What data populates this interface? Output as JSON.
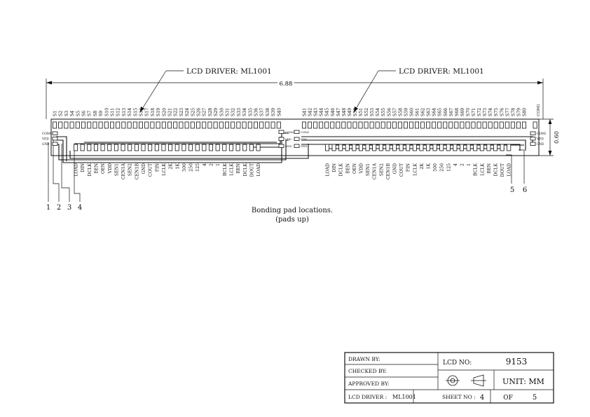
{
  "callouts": {
    "left": "LCD DRIVER: ML1001",
    "right": "LCD DRIVER: ML1001"
  },
  "dimensions": {
    "width": "6.88",
    "height": "0.60"
  },
  "caption": {
    "line1": "Bonding pad locations.",
    "line2": "(pads up)"
  },
  "seg_left": [
    "S1",
    "S2",
    "S3",
    "S4",
    "S5",
    "S6",
    "S7",
    "S8",
    "S9",
    "S10",
    "S11",
    "S12",
    "S13",
    "S14",
    "S15",
    "S16",
    "S17",
    "S18",
    "S19",
    "S20",
    "S21",
    "S22",
    "S23",
    "S24",
    "S25",
    "S26",
    "S27",
    "S28",
    "S29",
    "S30",
    "S31",
    "S32",
    "S33",
    "S34",
    "S35",
    "S36",
    "S37",
    "S38",
    "S39",
    "S40"
  ],
  "seg_right": [
    "S41",
    "S42",
    "S43",
    "S44",
    "S45",
    "S46",
    "S47",
    "S48",
    "S49",
    "S50",
    "S51",
    "S52",
    "S53",
    "S54",
    "S55",
    "S56",
    "S57",
    "S58",
    "S59",
    "S60",
    "S61",
    "S62",
    "S63",
    "S64",
    "S65",
    "S66",
    "S67",
    "S68",
    "S69",
    "S70",
    "S71",
    "S72",
    "S73",
    "S74",
    "S75",
    "S76",
    "S77",
    "S78",
    "S79",
    "S80"
  ],
  "com_right_top": "COM1",
  "left_side_pads": [
    "COM4",
    "VDD",
    "GND"
  ],
  "mid_left_pads": [
    "COM3",
    "VDD",
    "GND"
  ],
  "mid_right_pads": [
    "COM2",
    "VDD",
    "GND"
  ],
  "right_side_pads": [
    "COM2",
    "VDD",
    "GND"
  ],
  "ctrl_left": [
    "LOAD",
    "DIN",
    "DCLK",
    "BEN",
    "OEN",
    "VDD",
    "SEN1",
    "CEN1A",
    "SEN2",
    "CEN1B",
    "GND",
    "COUT",
    "FIN",
    "LCLK",
    "2K",
    "1K",
    "500",
    "250",
    "125",
    "4",
    "2",
    "1",
    "BCLK",
    "LCLK",
    "BEN",
    "DCLK",
    "DOUT",
    "LOAD"
  ],
  "ctrl_right": [
    "LOAD",
    "DIN",
    "DCLK",
    "BEN",
    "OEN",
    "VDD",
    "SEN1",
    "CEN1A",
    "SEN2",
    "CEN1B",
    "GND",
    "COUT",
    "FIN",
    "LCLK",
    "2K",
    "1K",
    "500",
    "250",
    "125",
    "4",
    "2",
    "1",
    "BCLK",
    "LCLK",
    "BEN",
    "DCLK",
    "DOUT",
    "LOAD"
  ],
  "pin_numbers": [
    "1",
    "2",
    "3",
    "4",
    "5",
    "6"
  ],
  "title_block": {
    "drawn_label": "DRAWN BY:",
    "checked_label": "CHECKED BY:",
    "approved_label": "APPROVED BY:",
    "lcd_label": "LCD DRIVER :",
    "lcd_value": "ML1001",
    "lcd_no_label": "LCD NO:",
    "lcd_no_value": "9153",
    "unit": "UNIT: MM",
    "sheet_label": "SHEET NO :",
    "sheet_no": "4",
    "of_label": "OF",
    "sheet_total": "5"
  }
}
